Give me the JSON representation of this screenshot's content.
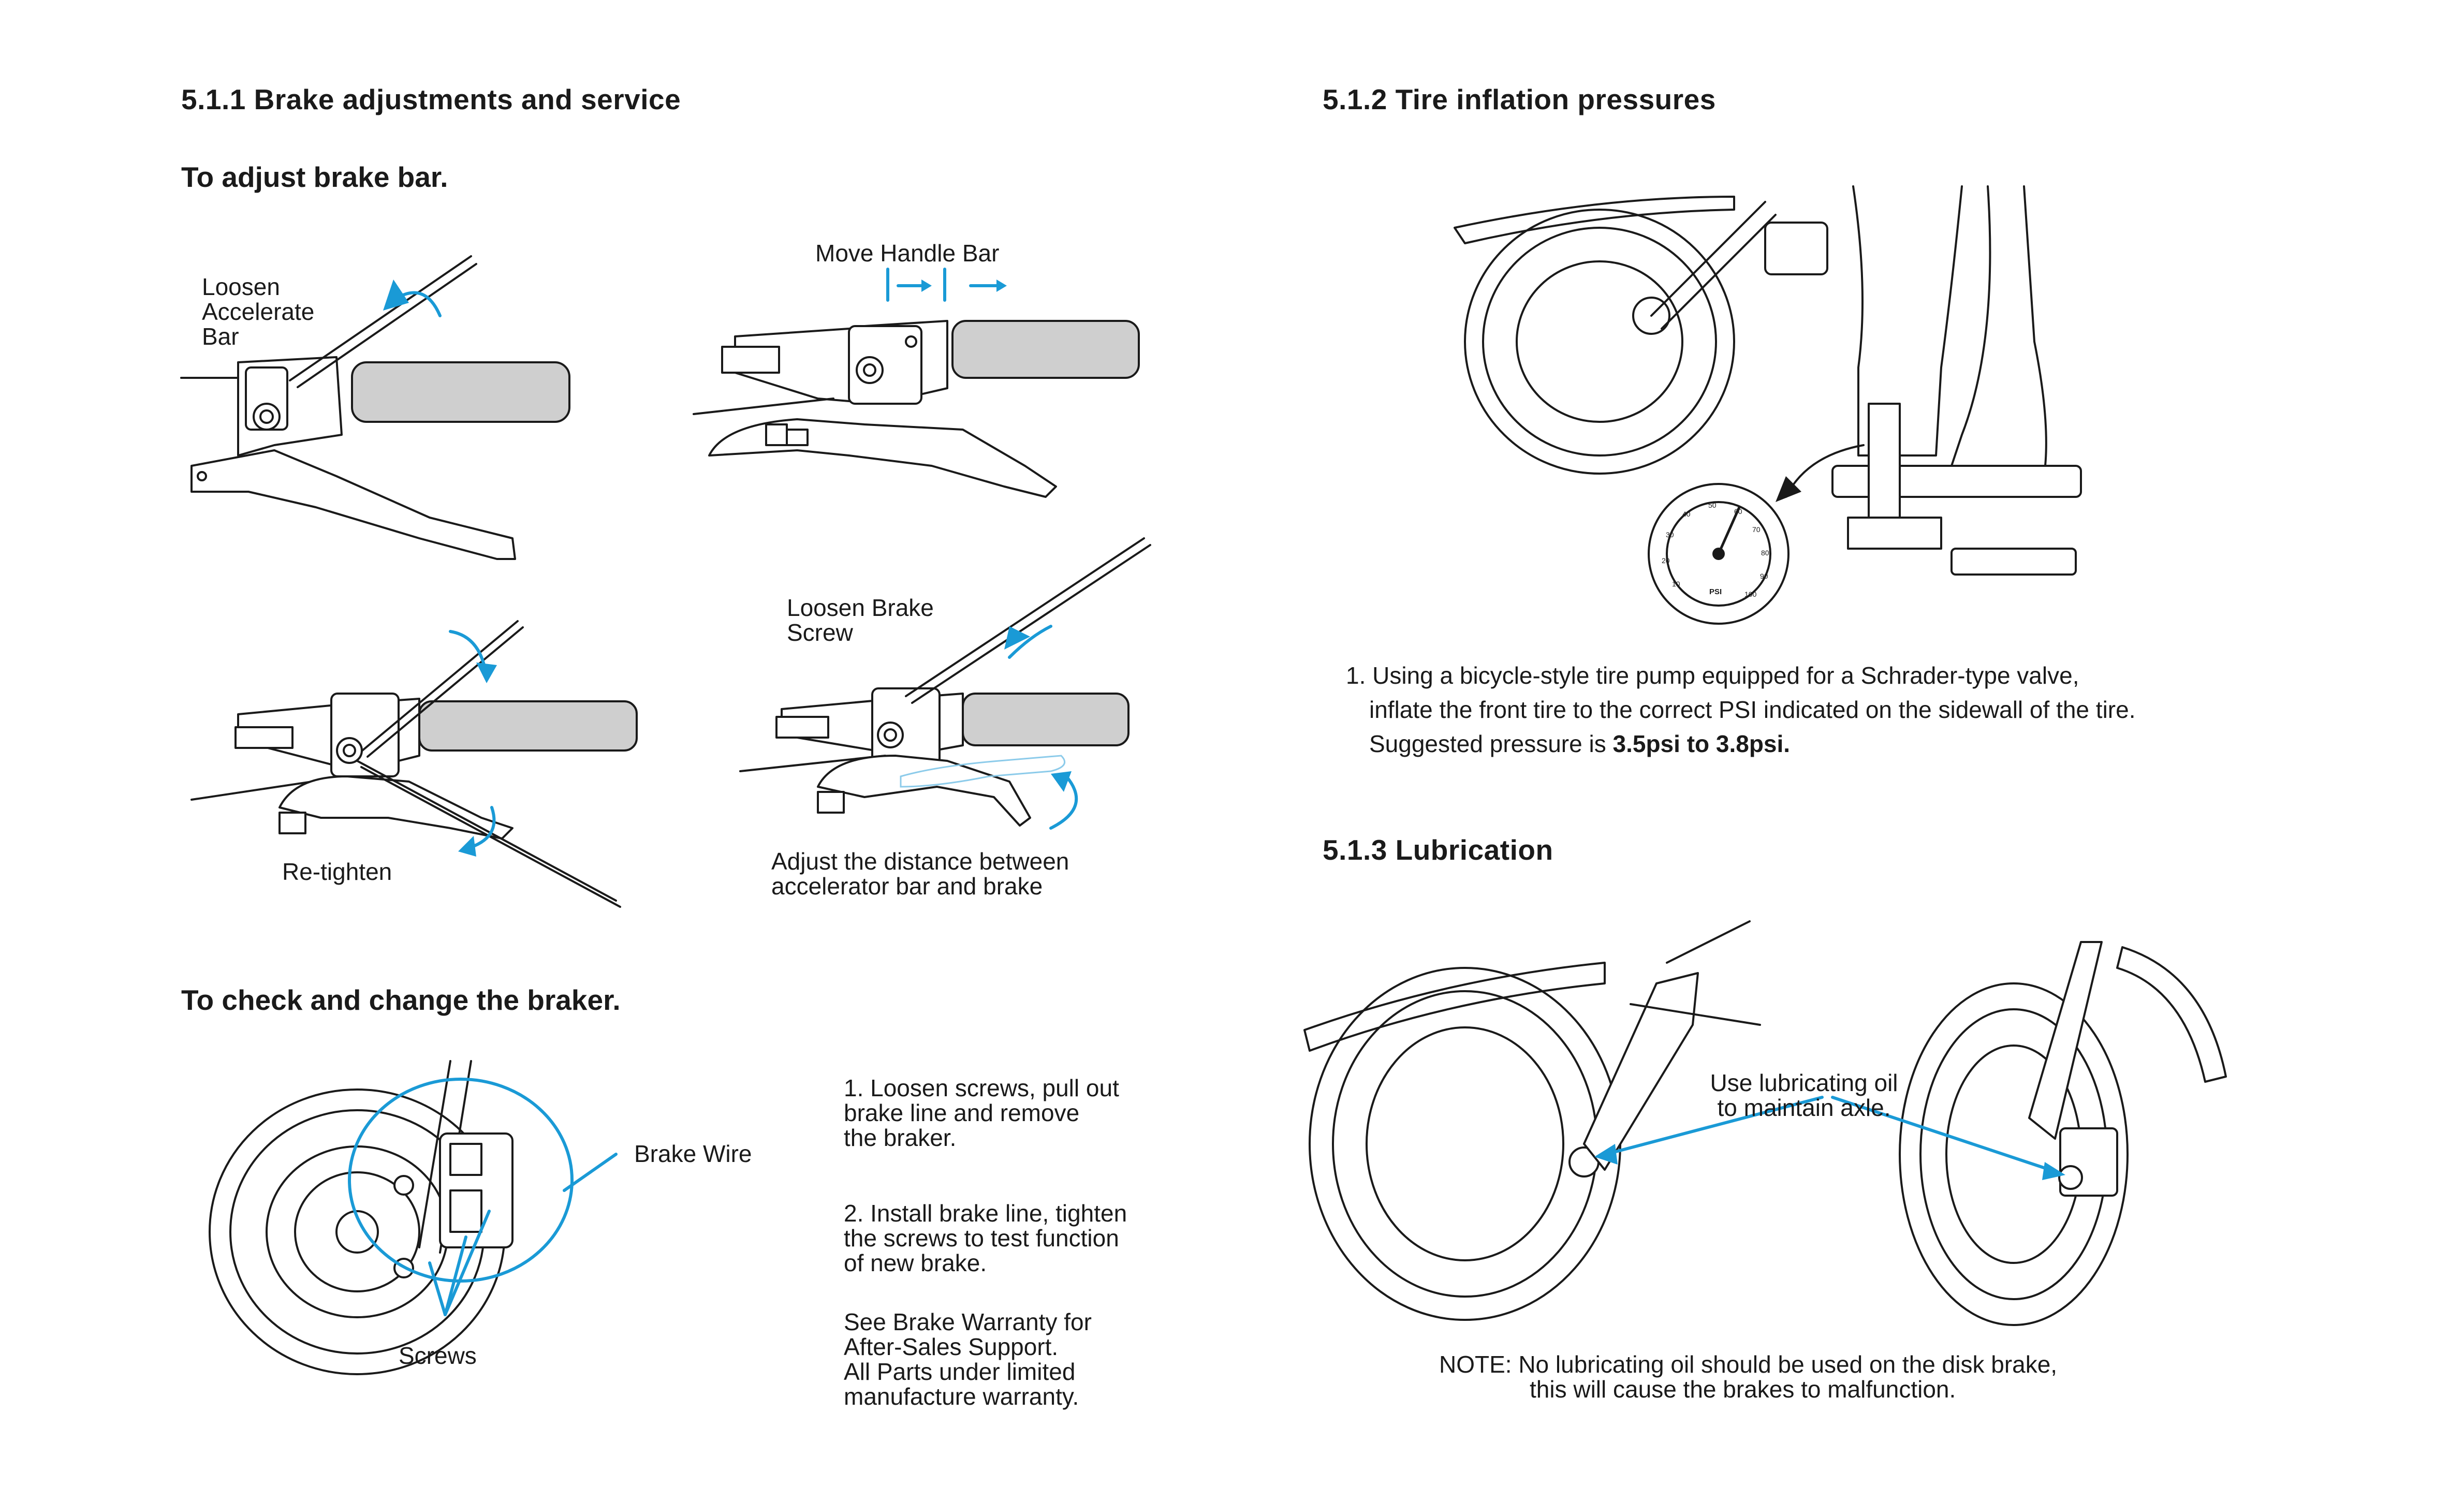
{
  "left": {
    "heading": "5.1.1 Brake adjustments and service",
    "adjust_title": "To adjust brake bar.",
    "labels": {
      "loosen_accelerate": "Loosen\nAccelerate\nBar",
      "move_handle": "Move Handle Bar",
      "retighten": "Re-tighten",
      "loosen_brake_screw": "Loosen Brake\nScrew",
      "adjust_distance": "Adjust the distance between\naccelerator bar and brake"
    },
    "check_title": "To check and change the braker.",
    "brake_labels": {
      "brake_wire": "Brake Wire",
      "screws": "Screws"
    },
    "steps": {
      "step1": "1. Loosen screws, pull out\nbrake line and remove\nthe braker.",
      "step2": "2.  Install brake line, tighten\nthe screws to test function\nof new brake.",
      "warranty": "See Brake Warranty for\nAfter-Sales Support.\nAll Parts under limited\nmanufacture warranty."
    }
  },
  "right": {
    "heading": "5.1.2 Tire inflation pressures",
    "gauge": {
      "unit": "PSI",
      "ticks": [
        "10",
        "20",
        "30",
        "40",
        "50",
        "60",
        "70",
        "80",
        "90",
        "100"
      ]
    },
    "inflation": {
      "line1": "1. Using a bicycle-style tire pump equipped for a Schrader-type valve,",
      "line2": "inflate the front tire to the correct PSI indicated on the sidewall of the tire.",
      "line3_prefix": "Suggested pressure is ",
      "line3_bold": "3.5psi to 3.8psi."
    },
    "lube_heading": "5.1.3 Lubrication",
    "lube_label": "Use lubricating oil\nto maintain axle.",
    "note_line1": "NOTE: No lubricating oil should be used on the disk brake,",
    "note_line2": "this will cause the brakes to malfunction."
  },
  "colors": {
    "accent": "#1a9ad6",
    "text": "#1a1a1a",
    "grip": "#cfcfcf"
  }
}
